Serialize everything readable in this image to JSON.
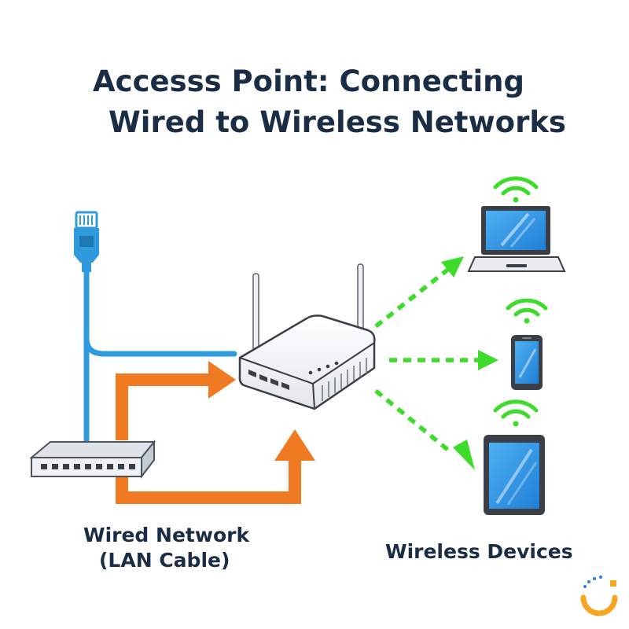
{
  "title": {
    "line1": "Accesss Point: Connecting",
    "line2": "Wired to Wireless Networks"
  },
  "labels": {
    "wired_line1": "Wired Network",
    "wired_line2": "(LAN Cable)",
    "wireless": "Wireless Devices"
  },
  "colors": {
    "title_text": "#1b2d45",
    "cable_blue": "#2f9bdc",
    "arrow_orange": "#f07a22",
    "wifi_green": "#3ddc2a",
    "screen_blue": "#2a8de0",
    "device_dark": "#3a3f47",
    "logo_orange": "#f5a623",
    "logo_blue": "#2f7ed8"
  },
  "icons": {
    "rj45": "ethernet-plug-icon",
    "switch": "network-switch-icon",
    "access_point": "wifi-router-icon",
    "laptop": "laptop-icon",
    "phone": "smartphone-icon",
    "tablet": "tablet-icon",
    "wifi": "wifi-signal-icon",
    "logo": "brand-logo-icon"
  }
}
